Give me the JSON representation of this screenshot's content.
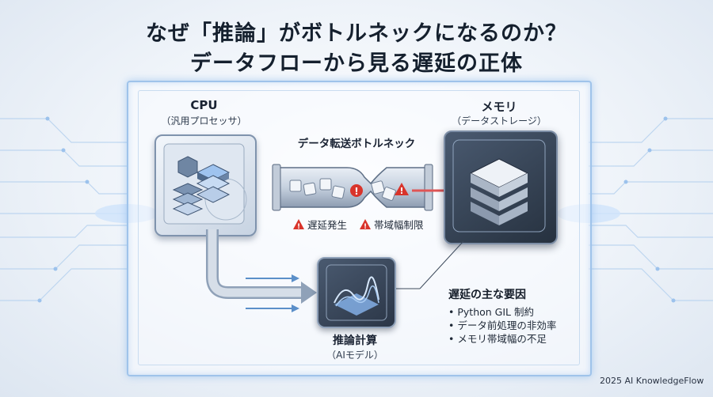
{
  "title": {
    "line1": "なぜ「推論」がボトルネックになるのか？",
    "line2": "データフローから見る遅延の正体"
  },
  "cpu": {
    "label": "CPU",
    "sublabel": "（汎用プロセッサ）"
  },
  "memory": {
    "label": "メモリ",
    "sublabel": "（データストレージ）"
  },
  "bottleneck": {
    "label": "データ転送ボトルネック"
  },
  "warnings": [
    {
      "text": "遅延発生"
    },
    {
      "text": "帯域幅制限"
    }
  ],
  "ai": {
    "label": "推論計算",
    "sublabel": "（AIモデル）"
  },
  "causes": {
    "heading": "遅延の主な要因",
    "items": [
      {
        "text": "Python GIL 制約"
      },
      {
        "text": "データ前処理の非効率"
      },
      {
        "text": "メモリ帯域幅の不足"
      }
    ]
  },
  "footer": "2025 AI KnowledgeFlow",
  "colors": {
    "accent_glow": "#9fc3ea",
    "warning_red": "#d9342b",
    "flow_arrow": "#e05555",
    "pipe_blue": "#5b8fc9"
  }
}
